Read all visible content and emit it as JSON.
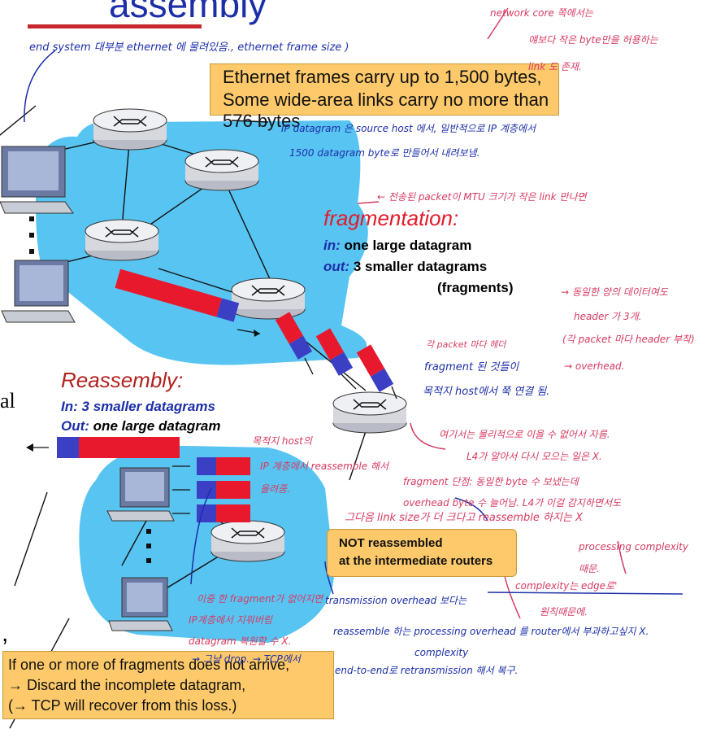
{
  "title": "assembly",
  "callouts": {
    "ethernet_line1": "Ethernet frames carry up to 1,500 bytes,",
    "ethernet_line2": "Some wide-area links carry no more than 576 bytes",
    "not_reassembled_line1": "NOT reassembled",
    "not_reassembled_line2": "at the intermediate routers",
    "discard_line1": "If one or more of fragments does not arrive,",
    "discard_line2": "→ Discard the incomplete datagram,",
    "discard_line3": "(→ TCP will recover from this loss.)"
  },
  "fragmentation": {
    "heading": "fragmentation:",
    "in_label": "in:",
    "in_text": "one large datagram",
    "out_label": "out:",
    "out_text": "3 smaller datagrams",
    "out_text2": "(fragments)"
  },
  "reassembly": {
    "heading": "Reassembly:",
    "in_label": "In:",
    "in_text": "3 smaller datagrams",
    "out_label": "Out:",
    "out_text": "one large datagram"
  },
  "left_edge": {
    "char1": "al",
    "char2": ","
  },
  "notes": {
    "n1": "end system 대부분 ethernet 에 물려있음., ethernet frame size )",
    "n2a": "network core 쪽에서는",
    "n2b": "얘보다 작은 byte만을 허용하는",
    "n2c": "link 도 존재.",
    "n3a": "IP datagram 은 source host 에서, 일반적으로 IP 계층에서",
    "n3b": "1500 datagram byte로 만들어서 내려보냄.",
    "n4": "← 전송된 packet이 MTU 크기가 작은 link 만나면",
    "n5a": "→ 동일한 양의 데이터여도",
    "n5b": "header 가 3개.",
    "n5c": "(각 packet 마다 header 부착)",
    "n5d": "→ overhead.",
    "n6a": "각 packet 마다 헤더",
    "n6b": "fragment 된 것들이",
    "n6c": "목적지 host에서 쭉 연결 됨.",
    "n7a": "목적지 host의",
    "n7b": "IP 계층에서 reassemble 해서",
    "n7c": "올려줌.",
    "n8a": "여기서는 물리적으로 이을 수 없어서 자름.",
    "n8b": "L4가 알아서 다시 모으는 일은 X.",
    "n9a": "fragment 단점: 동일한 byte 수 보냈는데",
    "n9b": "overhead byte 수 늘어남. L4가 이걸 감지하면서도",
    "n10": "그다음 link size가 더 크다고 reassemble 하지는 X",
    "n11a": "processing complexity",
    "n11b": "때문.",
    "n12a": "complexity는 edge로'",
    "n12b": "원칙때문에.",
    "n13a": "이중 한 fragment가 없어지면",
    "n13b": "IP계층에서 지워버림",
    "n13c": "datagram 복원할 수 X.",
    "n13d": "→ 그냥 drop.  → TCP에서",
    "n14a": "transmission overhead 보다는",
    "n14b": "reassemble 하는 processing overhead 를 router에서 부과하고싶지 X.",
    "n14c": "complexity",
    "n14d": "end-to-end로 retransmission 해서 복구."
  },
  "colors": {
    "accent_blue": "#1c2fa8",
    "cloud": "#58c4f2",
    "callout": "#fdc96a",
    "fragment_red": "#e8192c",
    "fragment_blue": "#3b3fc4",
    "reassembly_red": "#b2221f",
    "ink_pink": "#d63b62"
  }
}
